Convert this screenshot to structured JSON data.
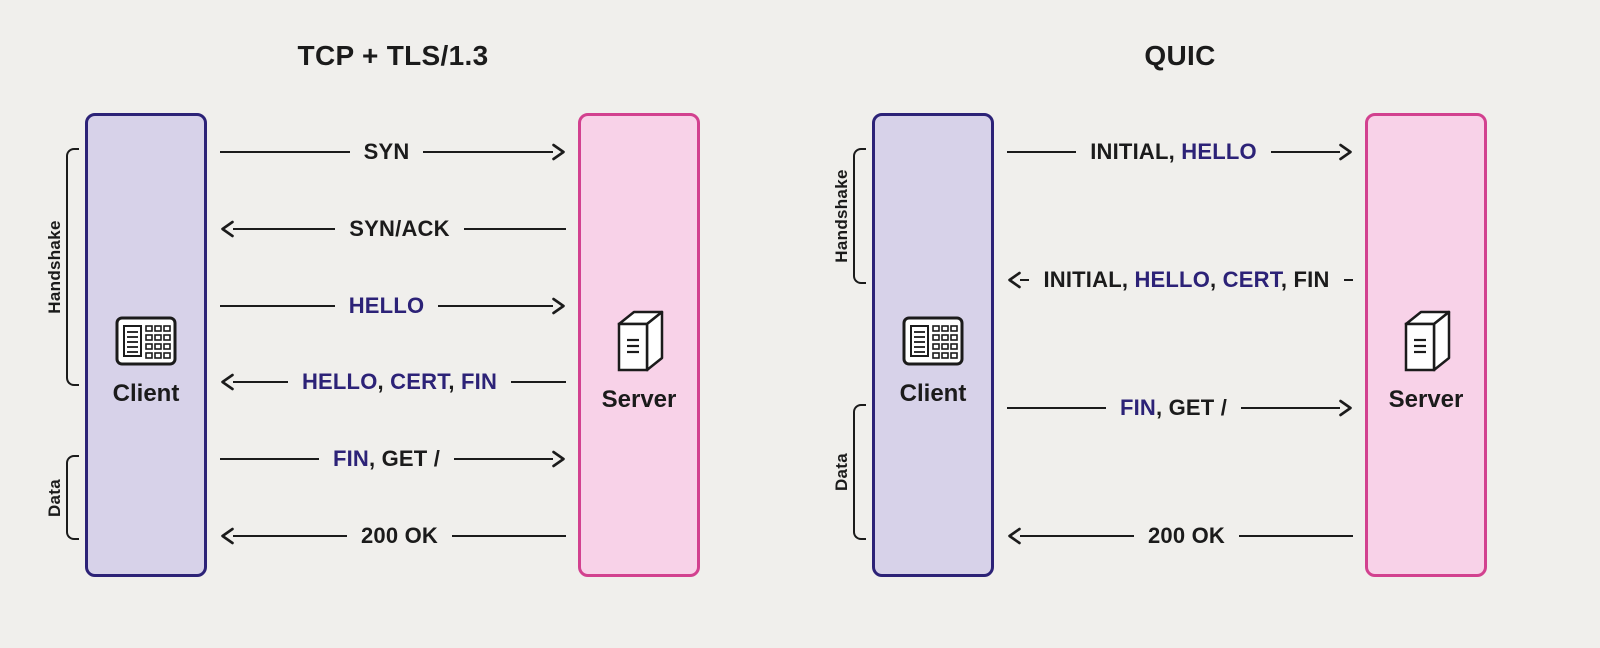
{
  "background": "#f0efec",
  "colors": {
    "ink": "#1b1b1b",
    "accent": "#2c2277",
    "client_fill": "#d7d2e9",
    "client_border": "#2c2277",
    "server_fill": "#f8d2e8",
    "server_border": "#d2418f"
  },
  "panels": [
    {
      "id": "tcp-tls",
      "title": "TCP + TLS/1.3",
      "client_label": "Client",
      "server_label": "Server",
      "messages": [
        {
          "direction": "right",
          "parts": [
            {
              "text": "SYN",
              "accent": false
            }
          ]
        },
        {
          "direction": "left",
          "parts": [
            {
              "text": "SYN/ACK",
              "accent": false
            }
          ]
        },
        {
          "direction": "right",
          "parts": [
            {
              "text": "HELLO",
              "accent": true
            }
          ]
        },
        {
          "direction": "left",
          "parts": [
            {
              "text": "HELLO",
              "accent": true
            },
            {
              "text": ", ",
              "accent": false
            },
            {
              "text": "CERT",
              "accent": true
            },
            {
              "text": ", ",
              "accent": false
            },
            {
              "text": "FIN",
              "accent": true
            }
          ]
        },
        {
          "direction": "right",
          "parts": [
            {
              "text": "FIN",
              "accent": true
            },
            {
              "text": ", GET /",
              "accent": false
            }
          ]
        },
        {
          "direction": "left",
          "parts": [
            {
              "text": "200 OK",
              "accent": false
            }
          ]
        }
      ],
      "brackets": [
        {
          "label": "Handshake",
          "from_row": 0,
          "to_row": 3
        },
        {
          "label": "Data",
          "from_row": 4,
          "to_row": 5
        }
      ]
    },
    {
      "id": "quic",
      "title": "QUIC",
      "client_label": "Client",
      "server_label": "Server",
      "messages": [
        {
          "direction": "right",
          "parts": [
            {
              "text": "INITIAL, ",
              "accent": false
            },
            {
              "text": "HELLO",
              "accent": true
            }
          ]
        },
        {
          "direction": "left",
          "parts": [
            {
              "text": "INITIAL, ",
              "accent": false
            },
            {
              "text": "HELLO",
              "accent": true
            },
            {
              "text": ", ",
              "accent": false
            },
            {
              "text": "CERT",
              "accent": true
            },
            {
              "text": ", FIN",
              "accent": false
            }
          ]
        },
        {
          "direction": "right",
          "parts": [
            {
              "text": "FIN",
              "accent": true
            },
            {
              "text": ", GET /",
              "accent": false
            }
          ]
        },
        {
          "direction": "left",
          "parts": [
            {
              "text": "200 OK",
              "accent": false
            }
          ]
        }
      ],
      "brackets": [
        {
          "label": "Handshake",
          "from_row": 0,
          "to_row": 1
        },
        {
          "label": "Data",
          "from_row": 2,
          "to_row": 3
        }
      ]
    }
  ]
}
